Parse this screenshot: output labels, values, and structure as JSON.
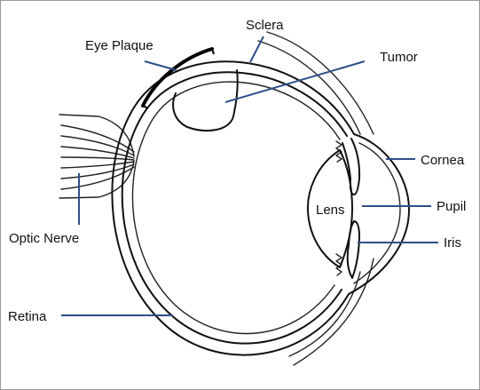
{
  "labels": {
    "sclera": "Sclera",
    "eye_plaque": "Eye Plaque",
    "tumor": "Tumor",
    "cornea": "Cornea",
    "lens": "Lens",
    "pupil": "Pupil",
    "iris": "Iris",
    "optic_nerve": "Optic Nerve",
    "retina": "Retina"
  },
  "colors": {
    "leader": "#2e4e8a",
    "outline": "#111111",
    "background": "#ffffff"
  }
}
